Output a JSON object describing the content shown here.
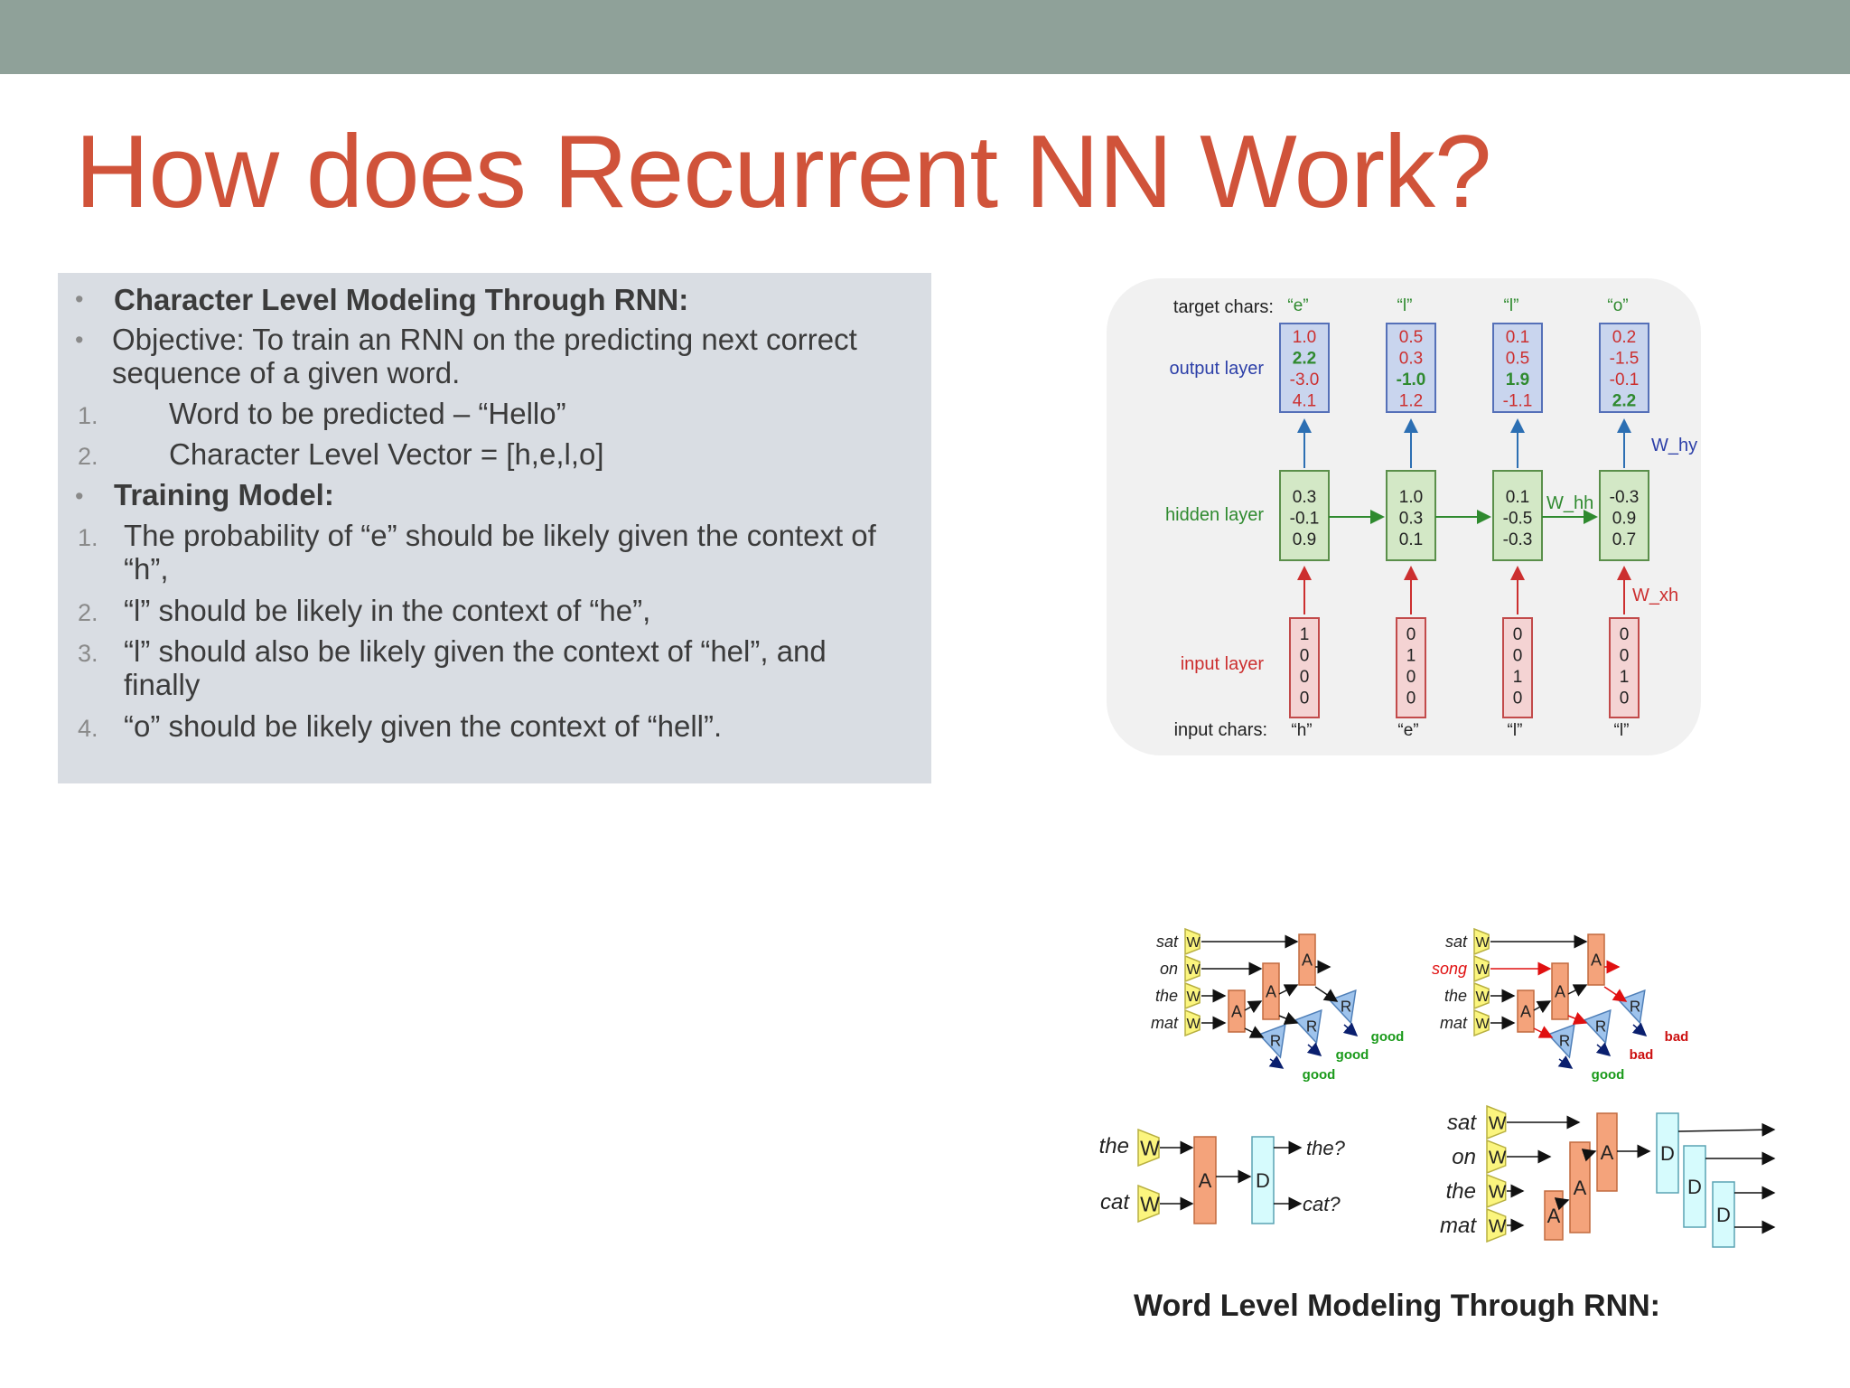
{
  "slide": {
    "title": "How does Recurrent NN Work?",
    "bullets": [
      {
        "marker": "•",
        "text": "Character Level Modeling Through RNN:"
      },
      {
        "marker": "•",
        "text": "Objective: To train an RNN on the predicting next correct"
      },
      {
        "marker": "",
        "text": "sequence of a given word."
      },
      {
        "marker": "1.",
        "text": "Word to be predicted – “Hello”"
      },
      {
        "marker": "2.",
        "text": "Character Level Vector = [h,e,l,o]"
      },
      {
        "marker": "•",
        "text": "Training Model:"
      },
      {
        "marker": "1.",
        "text": "The probability of “e” should be likely given the context of"
      },
      {
        "marker": "",
        "text": "“h”,"
      },
      {
        "marker": "2.",
        "text": "“l” should be likely in the context of “he”,"
      },
      {
        "marker": "3.",
        "text": "“l” should also be likely given the context of “hel”, and"
      },
      {
        "marker": "",
        "text": "finally"
      },
      {
        "marker": "4.",
        "text": "“o” should be likely given the context of “hell”."
      }
    ],
    "caption": "Word Level Modeling Through RNN:"
  },
  "char_rnn_diagram": {
    "row_labels": {
      "target": "target chars:",
      "output": "output layer",
      "hidden": "hidden layer",
      "input": "input layer",
      "input_chars": "input chars:"
    },
    "target_chars": [
      "“e”",
      "“l”",
      "“l”",
      "“o”"
    ],
    "input_chars": [
      "“h”",
      "“e”",
      "“l”",
      "“l”"
    ],
    "output": [
      [
        "1.0",
        "2.2",
        "-3.0",
        "4.1"
      ],
      [
        "0.5",
        "0.3",
        "-1.0",
        "1.2"
      ],
      [
        "0.1",
        "0.5",
        "1.9",
        "-1.1"
      ],
      [
        "0.2",
        "-1.5",
        "-0.1",
        "2.2"
      ]
    ],
    "output_highlight_index": [
      1,
      2,
      2,
      3
    ],
    "hidden": [
      [
        "0.3",
        "-0.1",
        "0.9"
      ],
      [
        "1.0",
        "0.3",
        "0.1"
      ],
      [
        "0.1",
        "-0.5",
        "-0.3"
      ],
      [
        "-0.3",
        "0.9",
        "0.7"
      ]
    ],
    "input": [
      [
        "1",
        "0",
        "0",
        "0"
      ],
      [
        "0",
        "1",
        "0",
        "0"
      ],
      [
        "0",
        "0",
        "1",
        "0"
      ],
      [
        "0",
        "0",
        "1",
        "0"
      ]
    ],
    "weights": {
      "hy": "W_hy",
      "hh": "W_hh",
      "xh": "W_xh"
    },
    "colors": {
      "red": "#cc2f2f",
      "green": "#2f8a2f",
      "blue": "#2c3fa8",
      "panel": "#f1f1f1"
    }
  },
  "word_diagrams": {
    "good_example": {
      "words": [
        "sat",
        "on",
        "the",
        "mat"
      ],
      "labels": [
        "good",
        "good",
        "good"
      ]
    },
    "bad_example": {
      "words": [
        "sat",
        "song",
        "the",
        "mat"
      ],
      "labels": [
        "bad",
        "bad",
        "good"
      ]
    },
    "decode_example": {
      "words": [
        "the",
        "cat"
      ],
      "outputs": [
        "the?",
        "cat?"
      ]
    },
    "deep_example": {
      "words": [
        "sat",
        "on",
        "the",
        "mat"
      ]
    },
    "node_letters": {
      "w": "W",
      "a": "A",
      "r": "R",
      "d": "D"
    }
  }
}
